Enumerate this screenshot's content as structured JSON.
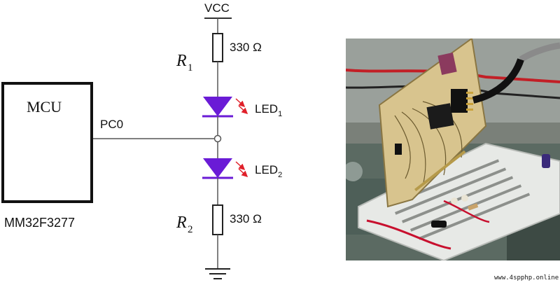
{
  "schematic": {
    "vcc_label": "VCC",
    "r1_name": "R",
    "r1_subscript": "1",
    "r1_value": "330 Ω",
    "led1_name": "LED",
    "led1_subscript": "1",
    "pin_label": "PC0",
    "led2_name": "LED",
    "led2_subscript": "2",
    "r2_name": "R",
    "r2_subscript": "2",
    "r2_value": "330 Ω",
    "mcu_label": "MCU",
    "mcu_part": "MM32F3277",
    "wire_color": "#555555",
    "led_color": "#6a1bd6",
    "light_ray_color": "#e0202a"
  },
  "photo": {
    "subject": "breadboard-with-mcu-board"
  },
  "watermark": {
    "text": "www.4spphp.online"
  }
}
